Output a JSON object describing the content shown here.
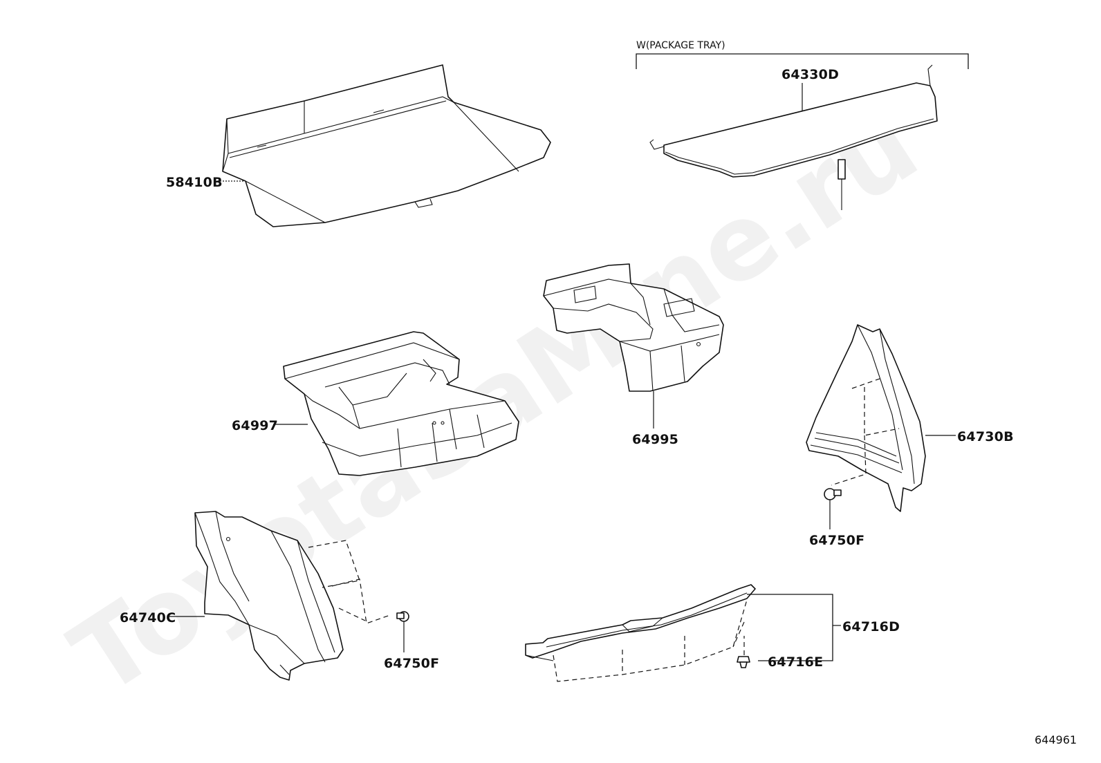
{
  "watermark": "ToyotaSaMine.ru",
  "group_label": "W(PACKAGE TRAY)",
  "diagram_code": "644961",
  "parts": {
    "p58410B": "58410B",
    "p64330D": "64330D",
    "p64997": "64997",
    "p64995": "64995",
    "p64730B": "64730B",
    "p64750F_right": "64750F",
    "p64740C": "64740C",
    "p64750F_left": "64750F",
    "p64716D": "64716D",
    "p64716E": "64716E"
  }
}
